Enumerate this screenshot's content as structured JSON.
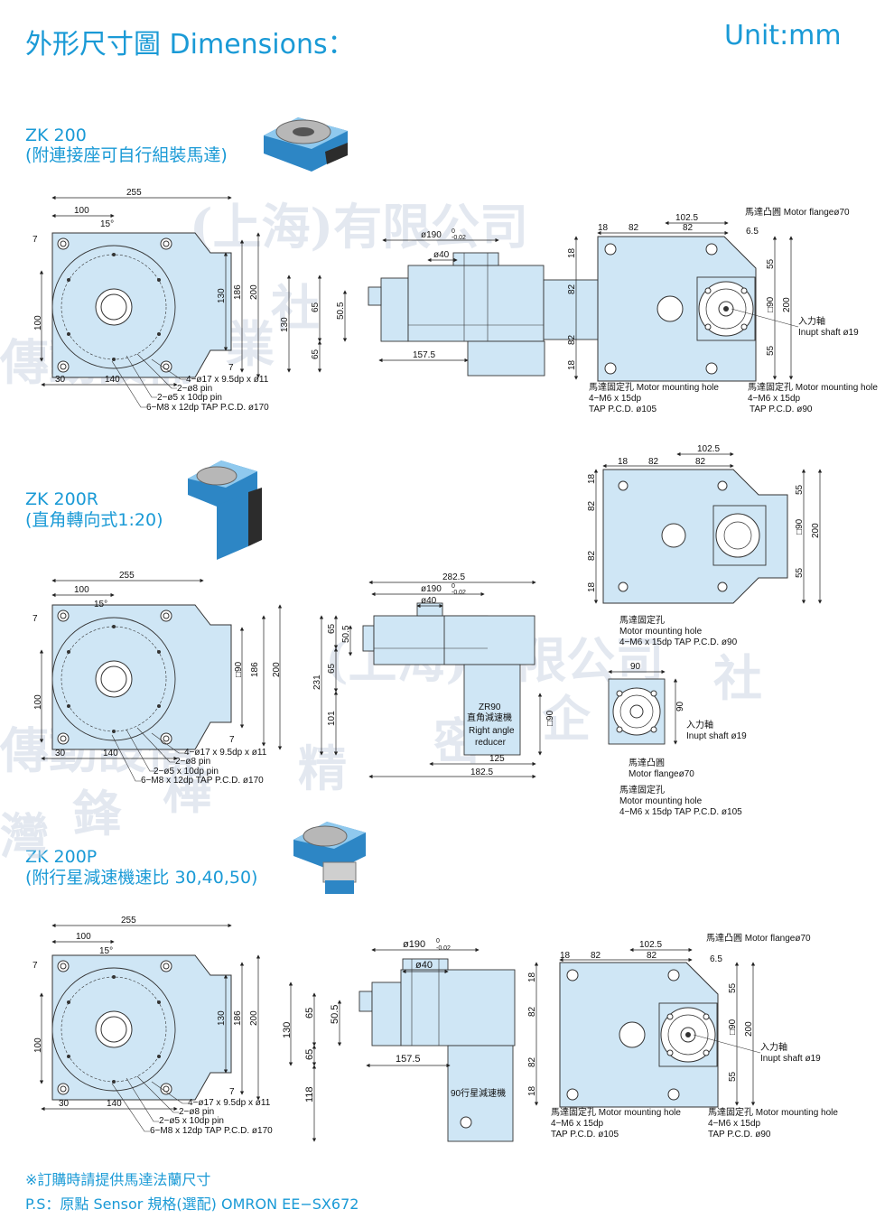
{
  "header": {
    "title": "外形尺寸圖 Dimensions：",
    "unit": "Unit:mm"
  },
  "sections": [
    {
      "model": "ZK 200",
      "subtitle": "(附連接座可自行組裝馬達)"
    },
    {
      "model": "ZK 200R",
      "subtitle": "(直角轉向式1:20)"
    },
    {
      "model": "ZK 200P",
      "subtitle": "(附行星減速機速比 30,40,50)"
    }
  ],
  "dims": {
    "d255": "255",
    "d100": "100",
    "d15": "15°",
    "d7": "7",
    "d130": "130",
    "d186": "186",
    "d200": "200",
    "d30": "30",
    "d140": "140",
    "c1": "4−ø17 x 9.5dp x ø11",
    "c2": "2−ø8 pin",
    "c3": "2−ø5 x 10dp pin",
    "c4": "6−M8 x 12dp TAP P.C.D. ø170",
    "d190": "ø190",
    "tol": "-0.02",
    "tol0": "0",
    "d40": "ø40",
    "d65": "65",
    "d505": "50.5",
    "d1575": "157.5",
    "d1025": "102.5",
    "d18": "18",
    "d82": "82",
    "d65b": "6.5",
    "d55": "55",
    "d90box": "□90",
    "motor_flange": "馬達凸圓 Motor flangeø70",
    "input_shaft_cn": "入力軸",
    "input_shaft_en": "Inupt shaft ø19",
    "mh_cn": "馬達固定孔  Motor mounting hole",
    "mh_a": "4−M6 x 15dp",
    "mh_b105": "TAP P.C.D. ø105",
    "mh_b90": "TAP P.C.D. ø90",
    "d2825": "282.5",
    "d231": "231",
    "d101": "101",
    "d125": "125",
    "d1825": "182.5",
    "d90": "90",
    "zr90": "ZR90",
    "zr_cn": "直角減速機",
    "zr_en1": "Right angle",
    "zr_en2": "reducer",
    "r_mh_cn": "馬達固定孔",
    "r_mh_en": "Motor mounting hole",
    "r_mh_90": "4−M6 x 15dp TAP P.C.D. ø90",
    "r_mf_cn": "馬達凸圓",
    "r_mf_en": "Motor flangeø70",
    "r_mh2_105": "4−M6 x 15dp TAP P.C.D. ø105",
    "d118": "118",
    "planetary": "90行星減速機"
  },
  "watermark": [
    "灣",
    "鋒",
    "樺",
    "精",
    "密",
    "企",
    "業",
    "社",
    "(上海)有限公司",
    "傳動設備"
  ],
  "notes": {
    "order_note": "※訂購時請提供馬達法蘭尺寸",
    "ps_note": "P.S：原點 Sensor 規格(選配)  OMRON EE−SX672"
  },
  "colors": {
    "accent": "#1a9ad6",
    "part_fill": "#cfe6f5",
    "photo_blue": "#2d86c5"
  }
}
